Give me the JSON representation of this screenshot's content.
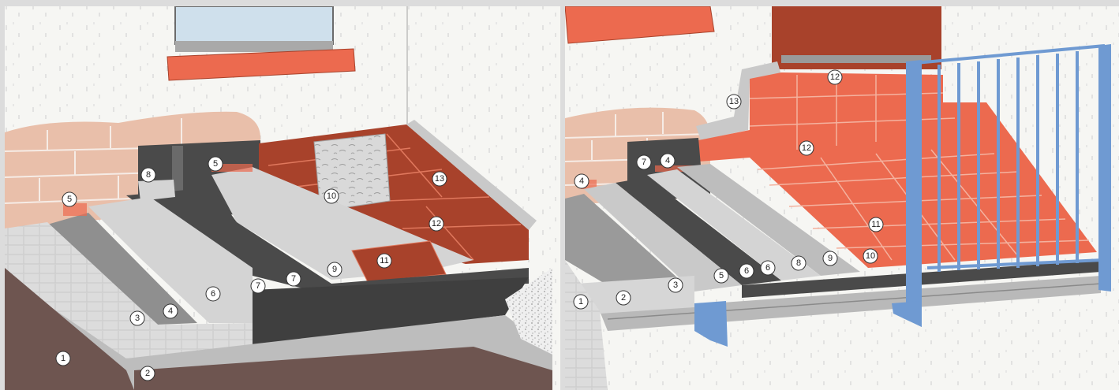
{
  "colors": {
    "background": "#dcdcdc",
    "wall": "#f6f6f3",
    "brick": "#e9bfaa",
    "tile_red": "#ec6a4f",
    "tile_brown": "#a8422b",
    "membrane_dark": "#4a4a4a",
    "screed_light": "#d4d4d4",
    "insulation": "#bdbdbd",
    "slab": "#6e5550",
    "railing_blue": "#6f9ad2",
    "gutter_metal": "#b9b9b9",
    "number_marker": "#ffffff"
  },
  "icons": {
    "marker": "circle",
    "gravel": "dotted-fill",
    "stone_slab": "textured-patch"
  },
  "panels": [
    {
      "markers": [
        {
          "id": "l-1",
          "label": "1"
        },
        {
          "id": "l-2",
          "label": "2"
        },
        {
          "id": "l-3",
          "label": "3"
        },
        {
          "id": "l-4",
          "label": "4"
        },
        {
          "id": "l-5a",
          "label": "5"
        },
        {
          "id": "l-5b",
          "label": "5"
        },
        {
          "id": "l-6",
          "label": "6"
        },
        {
          "id": "l-7a",
          "label": "7"
        },
        {
          "id": "l-7b",
          "label": "7"
        },
        {
          "id": "l-8",
          "label": "8"
        },
        {
          "id": "l-9",
          "label": "9"
        },
        {
          "id": "l-10",
          "label": "10"
        },
        {
          "id": "l-11",
          "label": "11"
        },
        {
          "id": "l-12",
          "label": "12"
        },
        {
          "id": "l-13",
          "label": "13"
        }
      ]
    },
    {
      "markers": [
        {
          "id": "r-1",
          "label": "1"
        },
        {
          "id": "r-2",
          "label": "2"
        },
        {
          "id": "r-3",
          "label": "3"
        },
        {
          "id": "r-4a",
          "label": "4"
        },
        {
          "id": "r-4b",
          "label": "4"
        },
        {
          "id": "r-5",
          "label": "5"
        },
        {
          "id": "r-6a",
          "label": "6"
        },
        {
          "id": "r-6b",
          "label": "6"
        },
        {
          "id": "r-7",
          "label": "7"
        },
        {
          "id": "r-8",
          "label": "8"
        },
        {
          "id": "r-9",
          "label": "9"
        },
        {
          "id": "r-10",
          "label": "10"
        },
        {
          "id": "r-11",
          "label": "11"
        },
        {
          "id": "r-12a",
          "label": "12"
        },
        {
          "id": "r-12b",
          "label": "12"
        },
        {
          "id": "r-13",
          "label": "13"
        }
      ]
    }
  ]
}
